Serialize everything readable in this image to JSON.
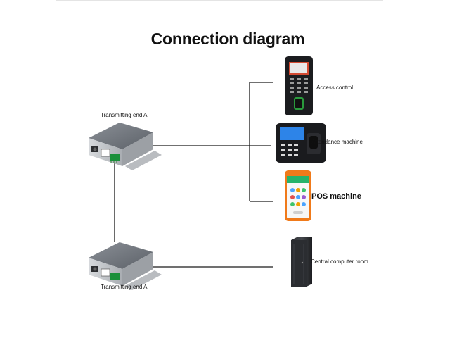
{
  "title": "Connection diagram",
  "converters": [
    {
      "label": "Transmitting end A"
    },
    {
      "label": "Transmitting end A"
    }
  ],
  "devices": [
    {
      "label": "Access control",
      "icon": "access-control-terminal-icon"
    },
    {
      "label": "Attendance machine",
      "icon": "attendance-machine-icon"
    },
    {
      "label": "POS machine",
      "icon": "pos-machine-icon"
    },
    {
      "label": "Central computer room",
      "icon": "server-rack-icon"
    }
  ],
  "colors": {
    "line": "#1a1a1a",
    "pos_orange": "#f07a1a",
    "screen_blue": "#1e7de0"
  }
}
